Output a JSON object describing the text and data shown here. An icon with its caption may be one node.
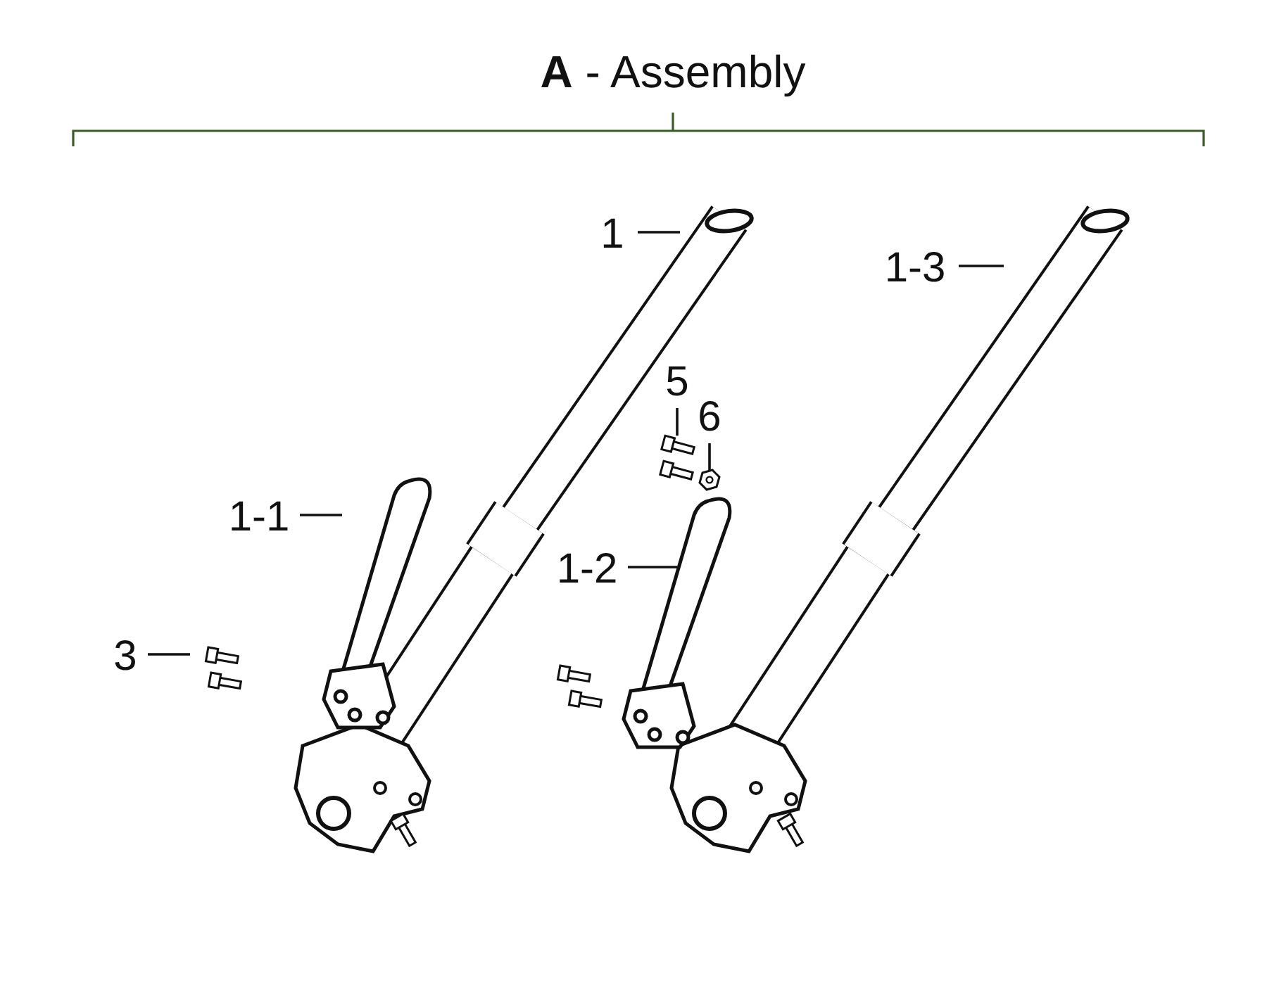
{
  "diagram": {
    "title": "**A** - Assembly",
    "nodes": [
      {
        "text": [
          "1"
        ]
      },
      {
        "text": [
          "1-3"
        ]
      },
      {
        "text": [
          "5"
        ]
      },
      {
        "text": [
          "6"
        ]
      },
      {
        "text": [
          "1-1"
        ]
      },
      {
        "text": [
          "1-2"
        ]
      },
      {
        "text": [
          "3"
        ]
      },
      {
        "text": [],
        "shape": "bolt"
      },
      {
        "text": [],
        "shape": "nut"
      },
      {
        "text": [],
        "shape": "picture"
      }
    ],
    "edges": [
      {
        "from": 0,
        "to": null,
        "arrow": "none"
      },
      {
        "from": 1,
        "to": null,
        "arrow": "none"
      },
      {
        "from": 2,
        "to": 7,
        "arrow": "none"
      },
      {
        "from": 3,
        "to": 8,
        "arrow": "none"
      },
      {
        "from": 4,
        "to": null,
        "arrow": "none"
      },
      {
        "from": 5,
        "to": 9,
        "arrow": "none"
      },
      {
        "from": 6,
        "to": null,
        "arrow": "none"
      }
    ]
  }
}
